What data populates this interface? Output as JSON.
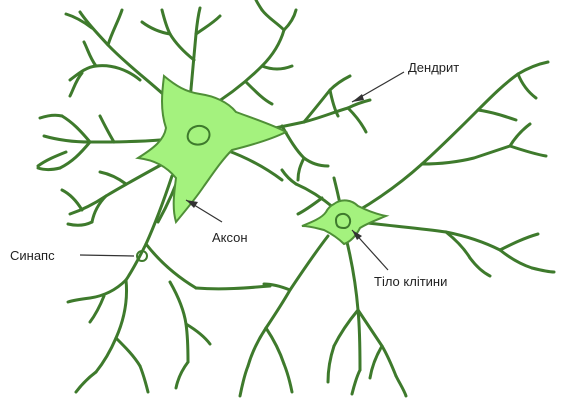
{
  "labels": {
    "dendrite": "Дендрит",
    "axon": "Аксон",
    "synapse": "Синапс",
    "cell_body": "Тіло клітини"
  },
  "colors": {
    "dendrite_stroke": "#3e7a2c",
    "soma_fill": "#a4f27e",
    "soma_outline": "#4f8f37",
    "nucleus_stroke": "#3e7a2c",
    "label_line": "#333333",
    "label_text": "#222222"
  }
}
